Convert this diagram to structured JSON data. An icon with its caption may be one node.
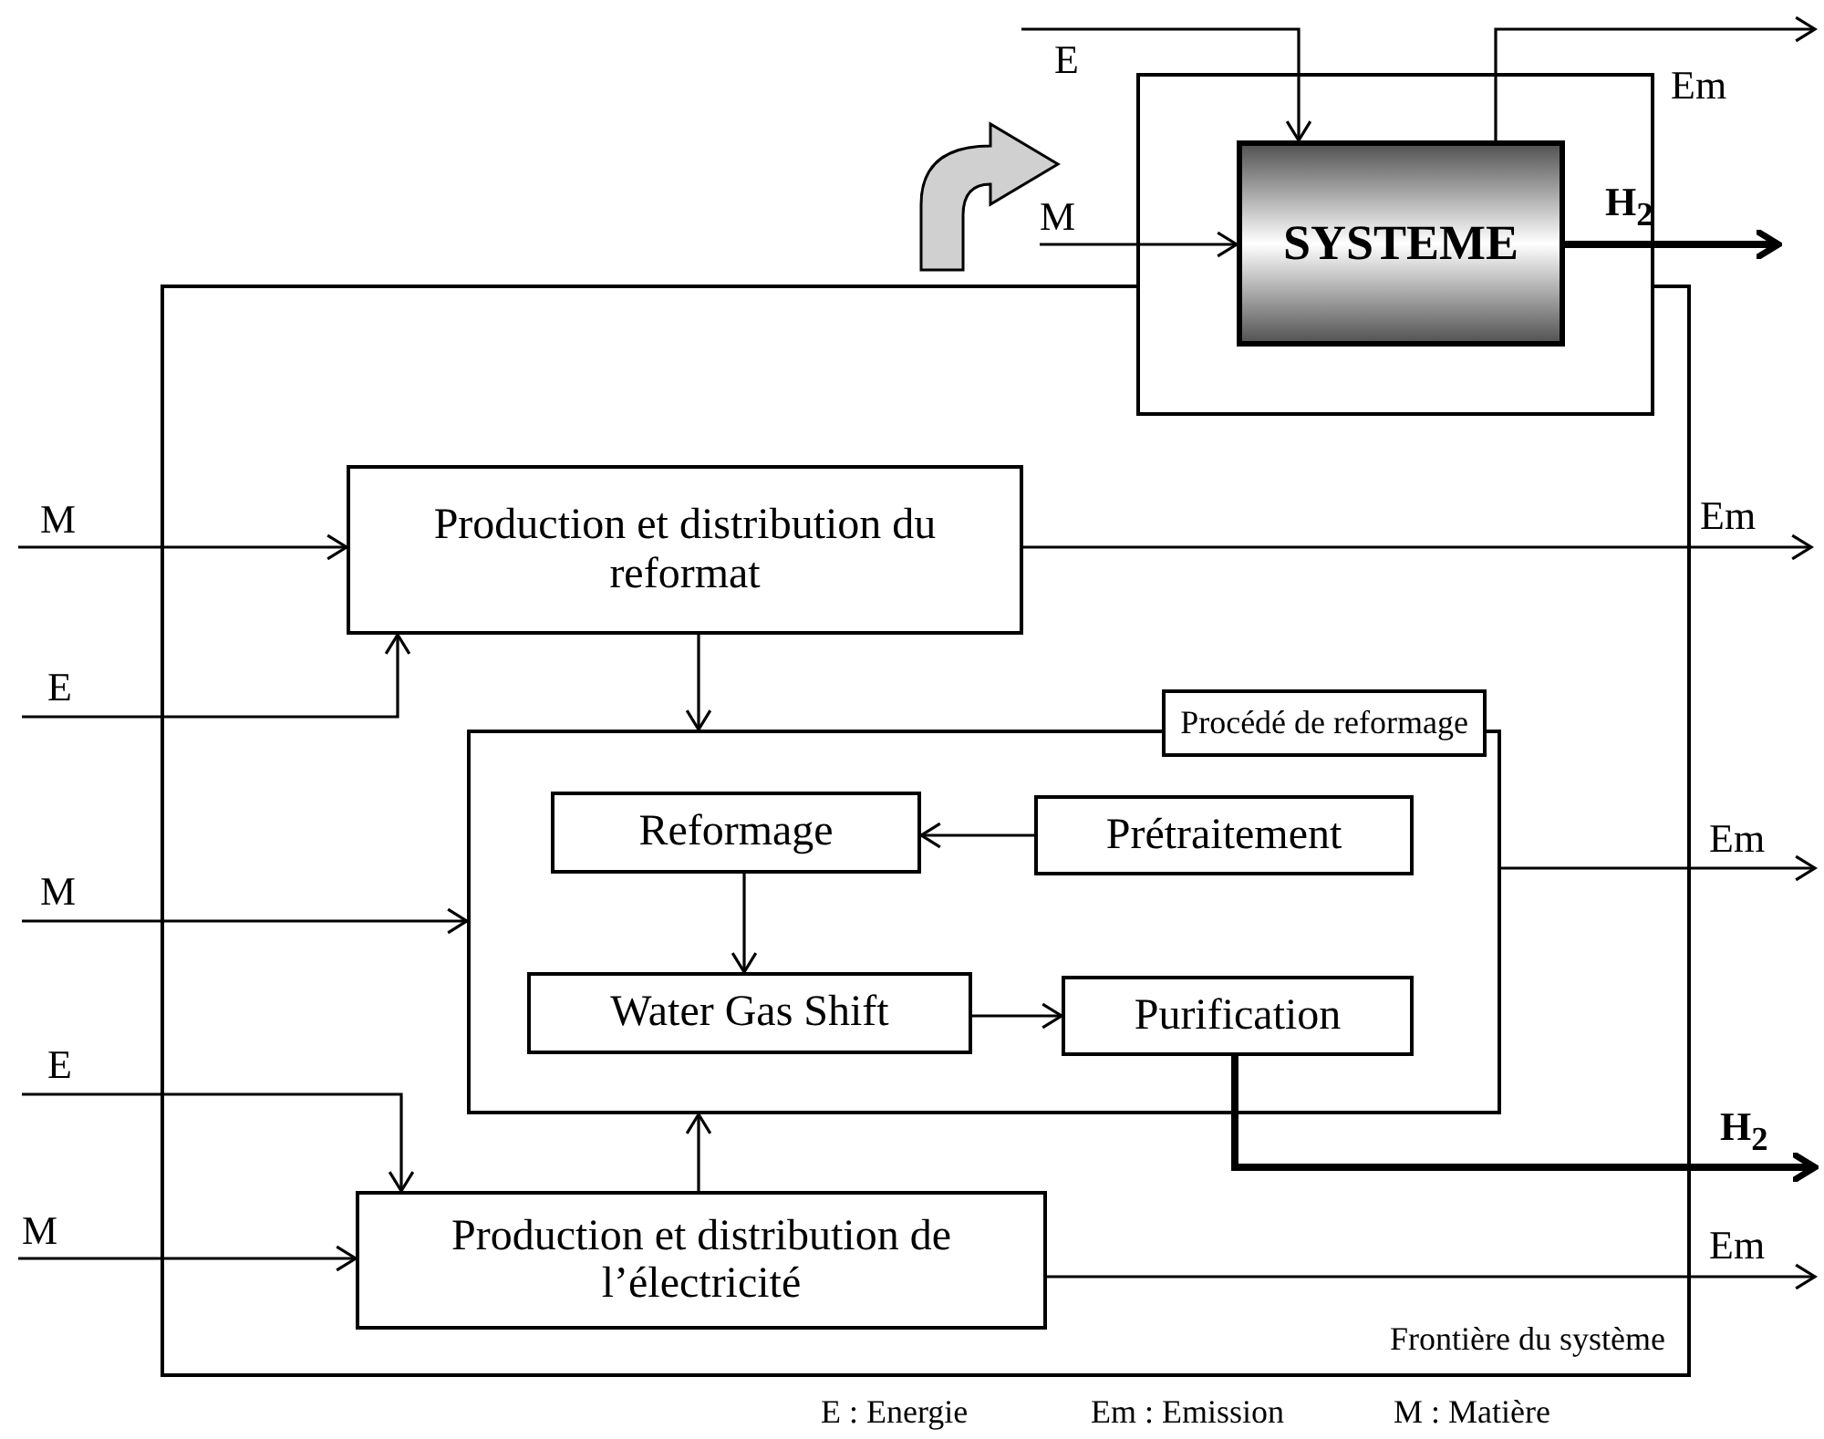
{
  "diagram": {
    "nodes": [
      {
        "text": [
          "Frontière du système"
        ]
      },
      {
        "text": [],
        "shape": "box"
      },
      {
        "text": [
          "SYSTEME"
        ],
        "in": 1
      },
      {
        "text": [
          "Production et distribution du reformat"
        ],
        "in": 0
      },
      {
        "text": [
          "Procédé de reformage"
        ],
        "in": 0
      },
      {
        "text": [
          "Reformage"
        ],
        "in": 4
      },
      {
        "text": [
          "Prétraitement"
        ],
        "in": 4
      },
      {
        "text": [
          "Water Gas Shift"
        ],
        "in": 4
      },
      {
        "text": [
          "Purification"
        ],
        "in": 4
      },
      {
        "text": [
          "Production et distribution de l’électricité"
        ],
        "in": 0
      }
    ],
    "edges": [
      {
        "from": null,
        "to": 2,
        "arrow": "to",
        "label": "E"
      },
      {
        "from": null,
        "to": 2,
        "arrow": "to",
        "label": "M"
      },
      {
        "from": 2,
        "to": null,
        "arrow": "to",
        "label": "Em"
      },
      {
        "from": 2,
        "to": null,
        "arrow": "to",
        "label": "H$_{2}$",
        "style": "thick"
      },
      {
        "from": null,
        "to": 3,
        "arrow": "to",
        "label": "M"
      },
      {
        "from": null,
        "to": 3,
        "arrow": "to",
        "label": "E"
      },
      {
        "from": 3,
        "to": null,
        "arrow": "to",
        "label": "Em"
      },
      {
        "from": 3,
        "to": 4,
        "arrow": "to"
      },
      {
        "from": null,
        "to": 4,
        "arrow": "to",
        "label": "M"
      },
      {
        "from": 6,
        "to": 5,
        "arrow": "to"
      },
      {
        "from": 5,
        "to": 7,
        "arrow": "to"
      },
      {
        "from": 7,
        "to": 8,
        "arrow": "to"
      },
      {
        "from": 4,
        "to": null,
        "arrow": "to",
        "label": "Em"
      },
      {
        "from": 8,
        "to": null,
        "arrow": "to",
        "label": "H$_{2}$",
        "style": "thick"
      },
      {
        "from": null,
        "to": 9,
        "arrow": "to",
        "label": "E"
      },
      {
        "from": null,
        "to": 9,
        "arrow": "to",
        "label": "M"
      },
      {
        "from": 9,
        "to": 4,
        "arrow": "to"
      },
      {
        "from": 9,
        "to": null,
        "arrow": "to",
        "label": "Em"
      }
    ],
    "labels": [
      "E : Energie",
      "Em : Emission",
      "M : Matière"
    ]
  }
}
